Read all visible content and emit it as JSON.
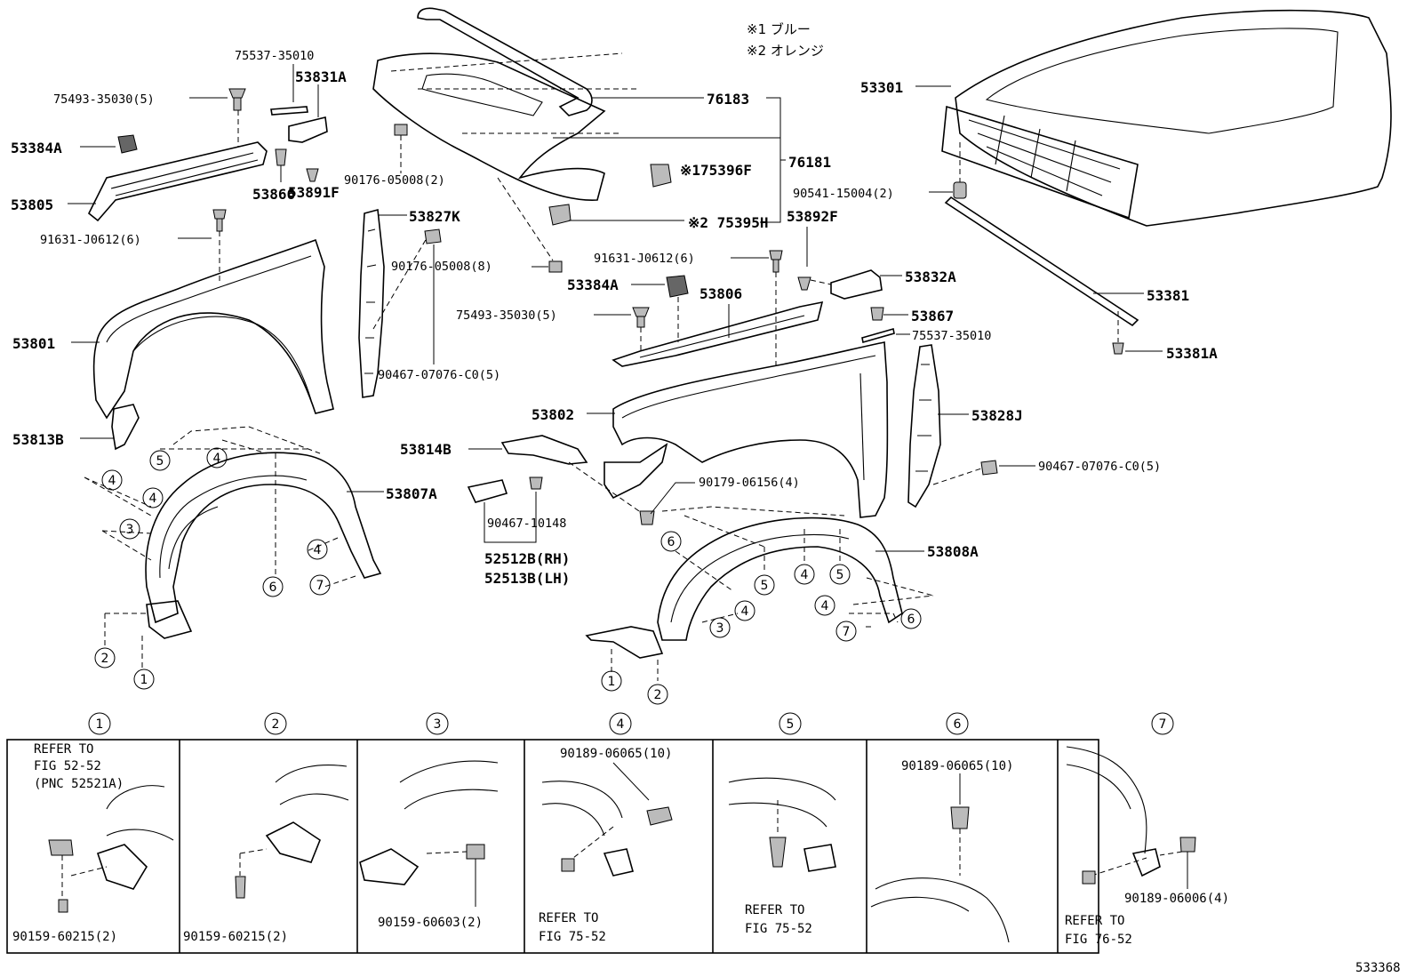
{
  "notes": {
    "n1": "※1 ブルー",
    "n2": "※2 オレンジ"
  },
  "labels": {
    "p75537_top": "75537-35010",
    "p53831A": "53831A",
    "p75493_top": "75493-35030(5)",
    "p53384A_top": "53384A",
    "p53805": "53805",
    "p53866": "53866",
    "p53891F": "53891F",
    "p90176_a": "90176-05008(2)",
    "p76183": "76183",
    "p76181": "76181",
    "p75396F": "※175396F",
    "p75395H": "※2 75395H",
    "p53301": "53301",
    "p90541": "90541-15004(2)",
    "p91631_left": "91631-J0612(6)",
    "p53827K": "53827K",
    "p90176_b": "90176-05008(8)",
    "p91631_mid": "91631-J0612(6)",
    "p53892F": "53892F",
    "p53384A_mid": "53384A",
    "p53832A": "53832A",
    "p53381": "53381",
    "p75493_mid": "75493-35030(5)",
    "p53806": "53806",
    "p53867": "53867",
    "p75537_mid": "75537-35010",
    "p53381A": "53381A",
    "p53801": "53801",
    "p90467_c0_left": "90467-07076-C0(5)",
    "p53802": "53802",
    "p53828J": "53828J",
    "p53813B": "53813B",
    "p53814B": "53814B",
    "p90179": "90179-06156(4)",
    "p90467_c0_right": "90467-07076-C0(5)",
    "p53807A": "53807A",
    "p90467_10148": "90467-10148",
    "p52512B": "52512B(RH)",
    "p52513B": "52513B(LH)",
    "p53808A": "53808A",
    "fig_no": "533368"
  },
  "callouts": [
    "①",
    "②",
    "③",
    "④",
    "⑤",
    "⑥",
    "⑦"
  ],
  "callout_nums": [
    "1",
    "2",
    "3",
    "4",
    "5",
    "6",
    "7"
  ],
  "details": {
    "d1_ref1": "REFER TO",
    "d1_ref2": "FIG 52-52",
    "d1_ref3": "(PNC 52521A)",
    "d1_part": "90159-60215(2)",
    "d2_part": "90159-60215(2)",
    "d3_part": "90159-60603(2)",
    "d4_part": "90189-06065(10)",
    "d4_ref1": "REFER TO",
    "d4_ref2": "FIG 75-52",
    "d5_ref1": "REFER TO",
    "d5_ref2": "FIG 75-52",
    "d6_part": "90189-06065(10)",
    "d7_part": "90189-06006(4)",
    "d7_ref1": "REFER TO",
    "d7_ref2": "FIG 76-52"
  }
}
